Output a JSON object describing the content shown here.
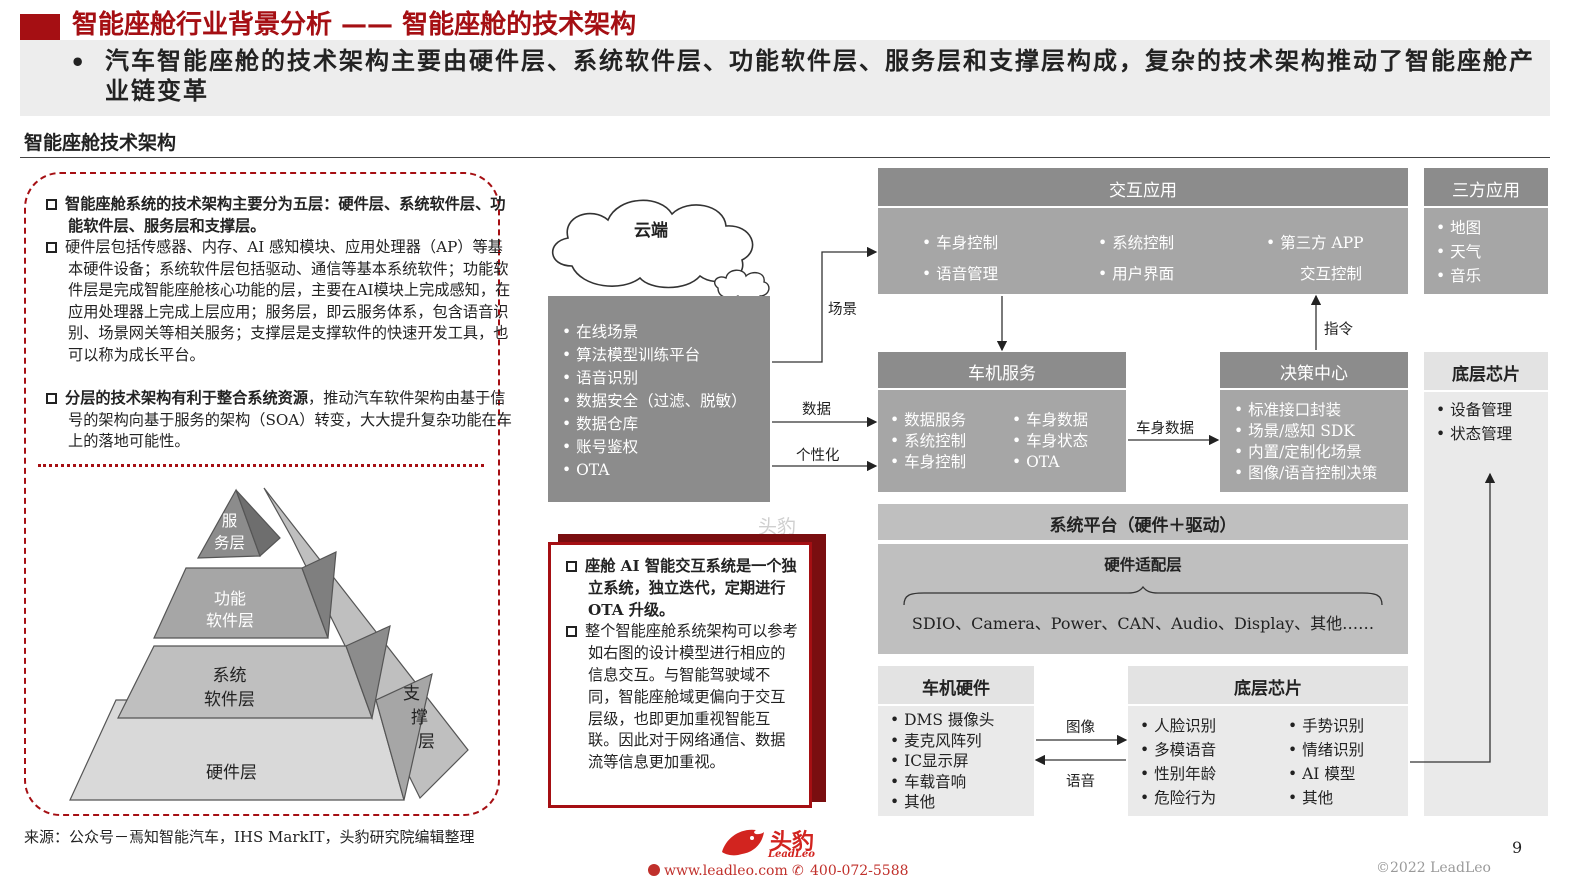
{
  "header": {
    "title": "智能座舱行业背景分析 —— 智能座舱的技术架构",
    "banner_bullet": "•",
    "banner_text": "汽车智能座舱的技术架构主要由硬件层、系统软件层、功能软件层、服务层和支撑层构成，复杂的技术架构推动了智能座舱产业链变革"
  },
  "section_title": "智能座舱技术架构",
  "left_panel": {
    "p1": "智能座舱系统的技术架构主要分为五层：硬件层、系统软件层、功能软件层、服务层和支撑层。",
    "p2": "硬件层包括传感器、内存、AI 感知模块、应用处理器（AP）等基本硬件设备；系统软件层包括驱动、通信等基本系统软件；功能软件层是完成智能座舱核心功能的层，主要在AI模块上完成感知，在应用处理器上完成上层应用；服务层，即云服务体系，包含语音识别、场景网关等相关服务；支撑层是支撑软件的快速开发工具，也可以称为成长平台。",
    "p3_bold": "分层的技术架构有利于整合系统资源",
    "p3_rest": "，推动汽车软件架构由基于信号的架构向基于服务的架构（SOA）转变，大大提升复杂功能在车上的落地可能性。",
    "pyramid": {
      "service": [
        "服",
        "务层"
      ],
      "function": [
        "功能",
        "软件层"
      ],
      "system": [
        "系统",
        "软件层"
      ],
      "hardware": "硬件层",
      "support": [
        "支",
        "撑",
        "层"
      ]
    }
  },
  "cloud": {
    "label": "云端",
    "items": [
      "在线场景",
      "算法模型训练平台",
      "语音识别",
      "数据安全（过滤、脱敏）",
      "数据仓库",
      "账号鉴权",
      "OTA"
    ]
  },
  "arrows": {
    "scene": "场景",
    "data": "数据",
    "personal": "个性化",
    "command": "指令",
    "body_data": "车身数据",
    "image": "图像",
    "voice": "语音"
  },
  "interaction": {
    "header": "交互应用",
    "col1": [
      "车身控制",
      "语音管理"
    ],
    "col2": [
      "系统控制",
      "用户界面"
    ],
    "col3_line1": "第三方 APP",
    "col3_line2": "交互控制"
  },
  "third_party": {
    "header": "三方应用",
    "items": [
      "地图",
      "天气",
      "音乐"
    ]
  },
  "head_unit_service": {
    "header": "车机服务",
    "col1": [
      "数据服务",
      "系统控制",
      "车身控制"
    ],
    "col2": [
      "车身数据",
      "车身状态",
      "OTA"
    ]
  },
  "decision": {
    "header": "决策中心",
    "items": [
      "标准接口封装",
      "场景/感知 SDK",
      "内置/定制化场景",
      "图像/语音控制决策"
    ]
  },
  "bottom_chip_right": {
    "header": "底层芯片",
    "items": [
      "设备管理",
      "状态管理"
    ]
  },
  "system_platform": {
    "header": "系统平台（硬件＋驱动）",
    "adapter": "硬件适配层",
    "interfaces": "SDIO、Camera、Power、CAN、Audio、Display、其他……"
  },
  "head_unit_hw": {
    "header": "车机硬件",
    "items": [
      "DMS 摄像头",
      "麦克风阵列",
      "IC显示屏",
      "车载音响",
      "其他"
    ]
  },
  "bottom_chip": {
    "header": "底层芯片",
    "col1": [
      "人脸识别",
      "多模语音",
      "性别年龄",
      "危险行为"
    ],
    "col2": [
      "手势识别",
      "情绪识别",
      "AI 模型",
      "其他"
    ]
  },
  "red_box": {
    "p1": "座舱 AI 智能交互系统是一个独立系统，独立迭代，定期进行 OTA 升级。",
    "p2": "整个智能座舱系统架构可以参考如右图的设计模型进行相应的信息交互。与智能驾驶域不同，智能座舱域更偏向于交互层级，也即更加重视智能互联。因此对于网络通信、数据流等信息更加重视。"
  },
  "watermark": "头豹",
  "footer": {
    "source": "来源：公众号－焉知智能汽车，IHS MarkIT，头豹研究院编辑整理",
    "logo": "头豹",
    "logo_sub": "LeadLeo",
    "website": "www.leadleo.com",
    "phone": "400-072-5588",
    "page": "9",
    "copyright": "©2022 LeadLeo"
  },
  "colors": {
    "brand_red": "#a50f13",
    "grey_dark": "#8c8c8c",
    "grey_mid": "#a6a6a6",
    "grey_light": "#bfbfbf",
    "grey_pale": "#e3e3e3"
  }
}
